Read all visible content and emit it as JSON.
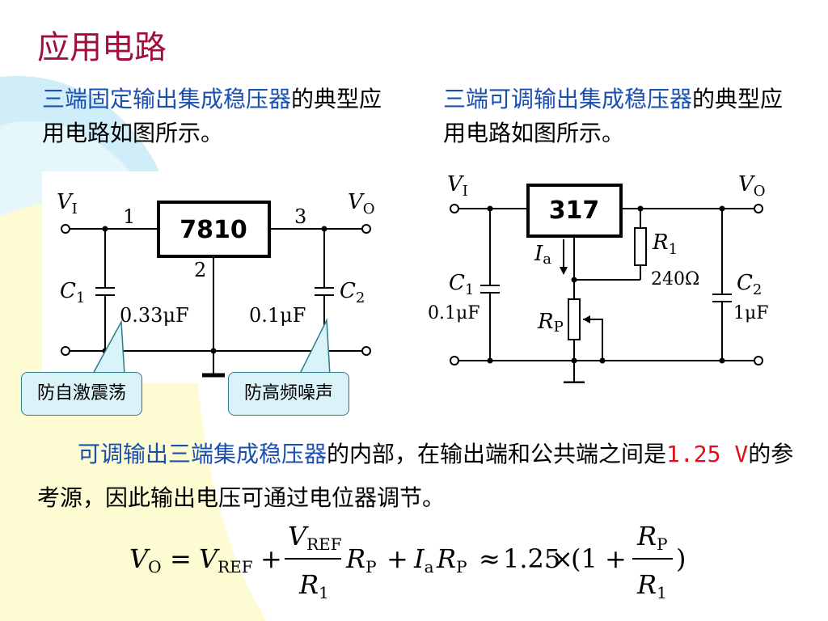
{
  "slide": {
    "title": "应用电路"
  },
  "left_text": {
    "highlight": "三端固定输出集成稳压器",
    "rest": "的典型应用电路如图所示。"
  },
  "right_text": {
    "highlight": "三端可调输出集成稳压器",
    "rest": "的典型应用电路如图所示。"
  },
  "left_circuit": {
    "vin_label": "V",
    "vin_sub": "I",
    "vout_label": "V",
    "vout_sub": "O",
    "ic_label": "7810",
    "pin1": "1",
    "pin2": "2",
    "pin3": "3",
    "c1_label": "C",
    "c1_sub": "1",
    "c1_value": "0.33μF",
    "c2_label": "C",
    "c2_sub": "2",
    "c2_value": "0.1μF"
  },
  "callouts": {
    "left": "防自激震荡",
    "right": "防高频噪声"
  },
  "right_circuit": {
    "vin_label": "V",
    "vin_sub": "I",
    "vout_label": "V",
    "vout_sub": "O",
    "ic_label": "317",
    "ia_label": "I",
    "ia_sub": "a",
    "r1_label": "R",
    "r1_sub": "1",
    "r1_value": "240Ω",
    "rp_label": "R",
    "rp_sub": "P",
    "c1_label": "C",
    "c1_sub": "1",
    "c1_value": "0.1μF",
    "c2_label": "C",
    "c2_sub": "2",
    "c2_value": "1μF"
  },
  "bottom_text": {
    "highlight": "可调输出三端集成稳压器",
    "part1": "的内部，在输出端和公共端之间是",
    "voltage": "1.25 V",
    "part2": "的参考源，因此输出电压可通过电位器调节。"
  },
  "formula": {
    "vo": "V",
    "vo_sub": "O",
    "eq": "=",
    "vref": "V",
    "vref_sub": "REF",
    "plus1": "+",
    "frac_num": "V",
    "frac_num_sub": "REF",
    "frac_den": "R",
    "frac_den_sub": "1",
    "rp": "R",
    "rp_sub": "P",
    "plus2": "+",
    "ia": "I",
    "ia_sub": "a",
    "rp2": "R",
    "rp2_sub": "P",
    "approx": "≈",
    "const": "1.25",
    "times": "×",
    "paren_open": "(1",
    "plus3": "+",
    "frac2_num": "R",
    "frac2_num_sub": "P",
    "frac2_den": "R",
    "frac2_den_sub": "1",
    "paren_close": ")"
  },
  "colors": {
    "title": "#a0103a",
    "highlight": "#1a4fb0",
    "voltage": "#e0101a",
    "callout_fill": "#d9f3f8",
    "swoosh_blue": "#cfeefa",
    "swoosh_yellow": "#fdfbd2"
  }
}
